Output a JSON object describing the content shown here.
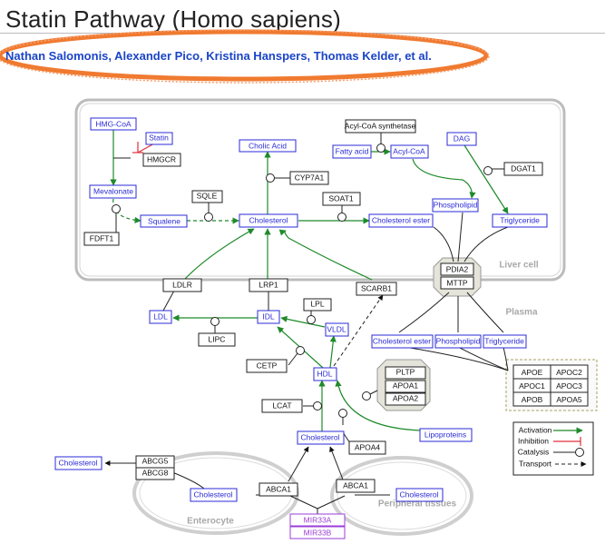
{
  "title": "Statin Pathway (Homo sapiens)",
  "authors": "Nathan Salomonis, Alexander Pico, Kristina Hanspers, Thomas Kelder, et al.",
  "compartments": {
    "liver": "Liver cell",
    "plasma": "Plasma",
    "enterocyte": "Enterocyte",
    "peripheral": "Peripheral tissues"
  },
  "nodes": {
    "hmgcoa": "HMG-CoA",
    "statin": "Statin",
    "hmgcr": "HMGCR",
    "mevalonate": "Mevalonate",
    "sqle": "SQLE",
    "fdft1": "FDFT1",
    "squalene": "Squalene",
    "cholic_acid": "Cholic Acid",
    "cyp7a1": "CYP7A1",
    "cholesterol_liver": "Cholesterol",
    "acyl_coa_synthetase": "Acyl-CoA synthetase",
    "fatty_acid": "Fatty acid",
    "acyl_coa": "Acyl-CoA",
    "soat1": "SOAT1",
    "cholesterol_ester_liver": "Cholesterol ester",
    "dag": "DAG",
    "dgat1": "DGAT1",
    "phospholipid_liver": "Phospholipid",
    "triglyceride_liver": "Triglyceride",
    "pdia2": "PDIA2",
    "mttp": "MTTP",
    "ldlr": "LDLR",
    "lrp1": "LRP1",
    "scarb1": "SCARB1",
    "ldl": "LDL",
    "idl": "IDL",
    "lpl": "LPL",
    "vldl": "VLDL",
    "lipc": "LIPC",
    "cholesterol_ester_plasma": "Cholesterol ester",
    "phospholipid_plasma": "Phospholipid",
    "triglyceride_plasma": "Triglyceride",
    "cetp": "CETP",
    "hdl": "HDL",
    "pltp": "PLTP",
    "apoa1": "APOA1",
    "apoa2": "APOA2",
    "lcat": "LCAT",
    "lipoproteins": "Lipoproteins",
    "cholesterol_plasma": "Cholesterol",
    "apoa4": "APOA4",
    "cholesterol_gut": "Cholesterol",
    "abcg5": "ABCG5",
    "abcg8": "ABCG8",
    "cholesterol_enterocyte": "Cholesterol",
    "abca1_left": "ABCA1",
    "abca1_right": "ABCA1",
    "cholesterol_peripheral": "Cholesterol",
    "mir33a": "MIR33A",
    "mir33b": "MIR33B"
  },
  "apo_grid": [
    "APOE",
    "APOC2",
    "APOC1",
    "APOC3",
    "APOB",
    "APOA5"
  ],
  "legend": {
    "activation": "Activation",
    "inhibition": "Inhibition",
    "catalysis": "Catalysis",
    "transport": "Transport"
  },
  "colors": {
    "metabolite": "#2b2bd8",
    "gene": "#222222",
    "mirna": "#9b3dd8",
    "activation": "#1e8a2a",
    "inhibition": "#e0303a",
    "author_link": "#1a44c8",
    "highlight_ellipse": "#f07a30",
    "compartment": "#bcbcbc"
  }
}
